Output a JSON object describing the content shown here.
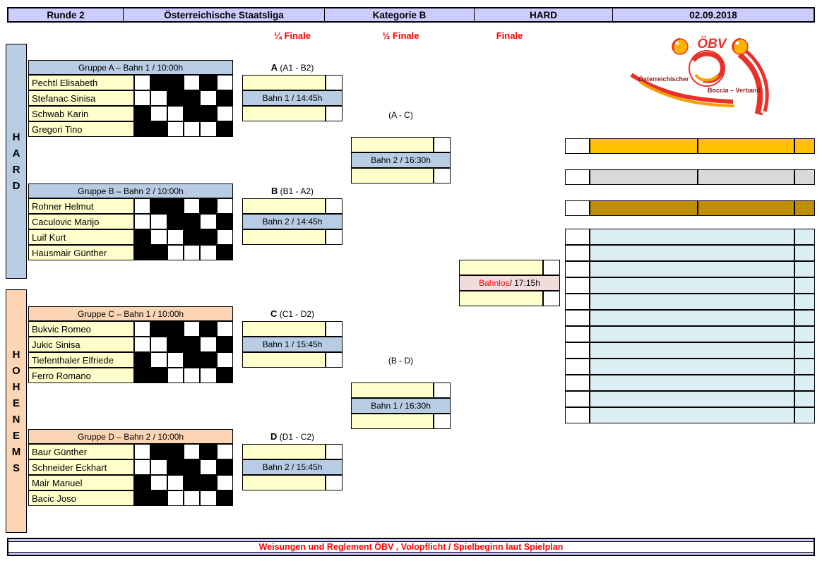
{
  "header": {
    "round": "Runde 2",
    "league": "Österreichische Staatsliga",
    "category": "Kategorie B",
    "venue": "HARD",
    "date": "02.09.2018"
  },
  "stage_labels": {
    "quarterfinal": "¼ Finale",
    "semifinal": "½ Finale",
    "final": "Finale"
  },
  "venue_columns": [
    {
      "id": "hard",
      "label": "HARD",
      "color": "#b8cce4"
    },
    {
      "id": "hohenems",
      "label": "HOHENEMS",
      "color": "#fcd5b4"
    }
  ],
  "groups": [
    {
      "id": "A",
      "title": "Gruppe A – Bahn 1 / 10:00h",
      "header_color": "#b8cce4",
      "players": [
        "Pechtl Elisabeth",
        "Stefanac Sinisa",
        "Schwab Karin",
        "Gregori Tino"
      ]
    },
    {
      "id": "B",
      "title": "Gruppe B – Bahn 2 / 10:00h",
      "header_color": "#b8cce4",
      "players": [
        "Rohner Helmut",
        "Caculovic Marijo",
        "Luif Kurt",
        "Hausmair Günther"
      ]
    },
    {
      "id": "C",
      "title": "Gruppe C – Bahn 1 / 10:00h",
      "header_color": "#fcd5b4",
      "players": [
        "Bukvic Romeo",
        "Jukic Sinisa",
        "Tiefenthaler Elfriede",
        "Ferro Romano"
      ]
    },
    {
      "id": "D",
      "title": "Gruppe D – Bahn 2 / 10:00h",
      "header_color": "#fcd5b4",
      "players": [
        "Baur Günther",
        "Schneider Eckhart",
        "Mair Manuel",
        "Bacic Joso"
      ]
    }
  ],
  "schedule_grid_pattern": [
    [
      0,
      1,
      1,
      0,
      1,
      0
    ],
    [
      0,
      0,
      1,
      1,
      0,
      1
    ],
    [
      1,
      0,
      0,
      1,
      1,
      0
    ],
    [
      1,
      1,
      0,
      0,
      0,
      1
    ]
  ],
  "quarterfinals": [
    {
      "name": "A",
      "pairing": "(A1 - B2)",
      "lane": "Bahn 1 / 14:45h"
    },
    {
      "name": "B",
      "pairing": "(B1 - A2)",
      "lane": "Bahn 2 / 14:45h"
    },
    {
      "name": "C",
      "pairing": "(C1 - D2)",
      "lane": "Bahn 1 / 15:45h"
    },
    {
      "name": "D",
      "pairing": "(D1 - C2)",
      "lane": "Bahn 2 / 15:45h"
    }
  ],
  "semifinals": [
    {
      "label": "(A - C)",
      "lane": "Bahn 2 / 16:30h"
    },
    {
      "label": "(B - D)",
      "lane": "Bahn 1 / 16:30h"
    }
  ],
  "final_match": {
    "lane_name": "Bahnlos",
    "lane_time": " / 17:15h"
  },
  "logo": {
    "title": "ÖBV",
    "text_left": "Österreichischer",
    "text_right": "Boccia – Verband"
  },
  "results_panel": {
    "medal_rows": [
      {
        "rank": "gold",
        "color": "#ffc000"
      },
      {
        "rank": "silver",
        "color": "#d9d9d9"
      },
      {
        "rank": "bronze",
        "color": "#bf8f00"
      }
    ],
    "placement_rows": 12,
    "row_color": "#daeef3"
  },
  "footer": {
    "note": "Weisungen und Reglement ÖBV , Volopflicht / Spielbeginn laut Spielplan"
  },
  "colors": {
    "header_bar": "#ccccff",
    "light_blue": "#b8cce4",
    "light_orange": "#fcd5b4",
    "light_yellow": "#ffffcc",
    "pink": "#f2dcdb",
    "accent_red": "#ff0000"
  }
}
